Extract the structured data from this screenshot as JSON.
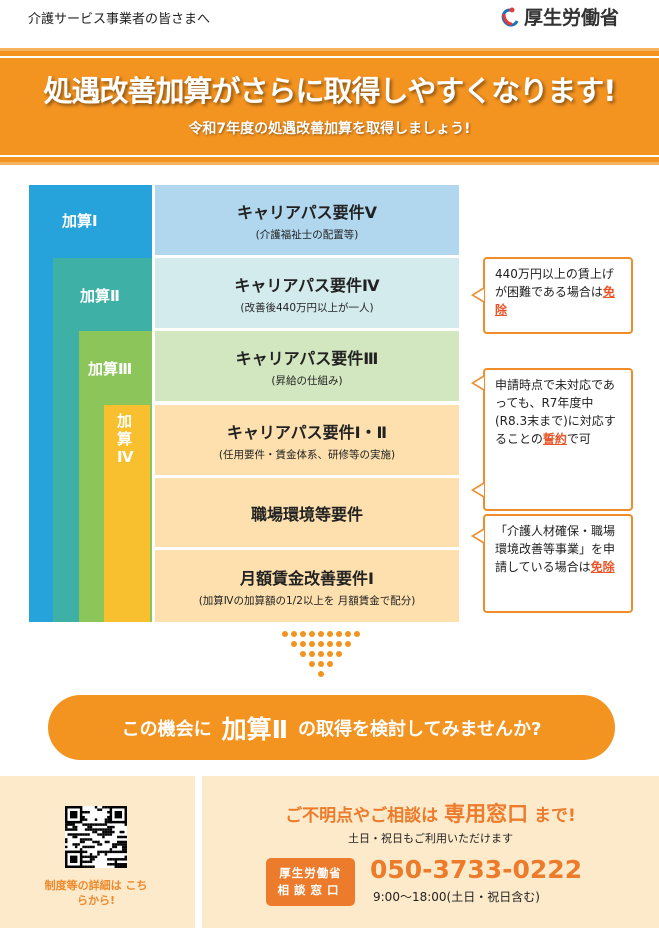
{
  "header": {
    "audience": "介護サービス事業者の皆さまへ",
    "ministry_logo": "厚生労働省"
  },
  "banner": {
    "title": "処遇改善加算がさらに取得しやすくなります!",
    "subtitle": "令和7年度の処遇改善加算を取得しましょう!"
  },
  "tiers": [
    {
      "label": "加算Ⅰ",
      "color": "#27a3dc"
    },
    {
      "label": "加算Ⅱ",
      "color": "#3fb0a5"
    },
    {
      "label": "加算Ⅲ",
      "color": "#8cc55a"
    },
    {
      "label": "加算Ⅳ",
      "color": "#f8bf2e"
    }
  ],
  "requirements": [
    {
      "title": "キャリアパス要件Ⅴ",
      "sub": "(介護福祉士の配置等)"
    },
    {
      "title": "キャリアパス要件Ⅳ",
      "sub": "(改善後440万円以上が一人)"
    },
    {
      "title": "キャリアパス要件Ⅲ",
      "sub": "(昇給の仕組み)"
    },
    {
      "title": "キャリアパス要件Ⅰ・Ⅱ",
      "sub": "(任用要件・賃金体系、研修等の実施)"
    },
    {
      "title": "職場環境等要件",
      "sub": ""
    },
    {
      "title": "月額賃金改善要件Ⅰ",
      "sub": "(加算Ⅳの加算額の1/2以上を 月額賃金で配分)"
    }
  ],
  "callouts": [
    {
      "text": "440万円以上の賃上げが困難である場合は",
      "highlight": "免除",
      "after": ""
    },
    {
      "text": "申請時点で未対応であっても、R7年度中(R8.3末まで)に対応することの",
      "highlight": "誓約",
      "after": "で可"
    },
    {
      "text": "「介護人材確保・職場環境改善等事業」を申請している場合は",
      "highlight": "免除",
      "after": ""
    }
  ],
  "cta": {
    "pre": "この機会に",
    "big": "加算Ⅱ",
    "post": "の取得を検討してみませんか?"
  },
  "footer": {
    "qr_caption": "制度等の詳細は こちらから!",
    "ask_pre": "ご不明点やご相談は",
    "ask_big": "専用窓口",
    "ask_post": "まで!",
    "open_days": "土日・祝日もご利用いただけます",
    "badge_line1": "厚生労働省",
    "badge_line2": "相談窓口",
    "phone": "050-3733-0222",
    "hours": "9:00〜18:00(土日・祝日含む)"
  }
}
